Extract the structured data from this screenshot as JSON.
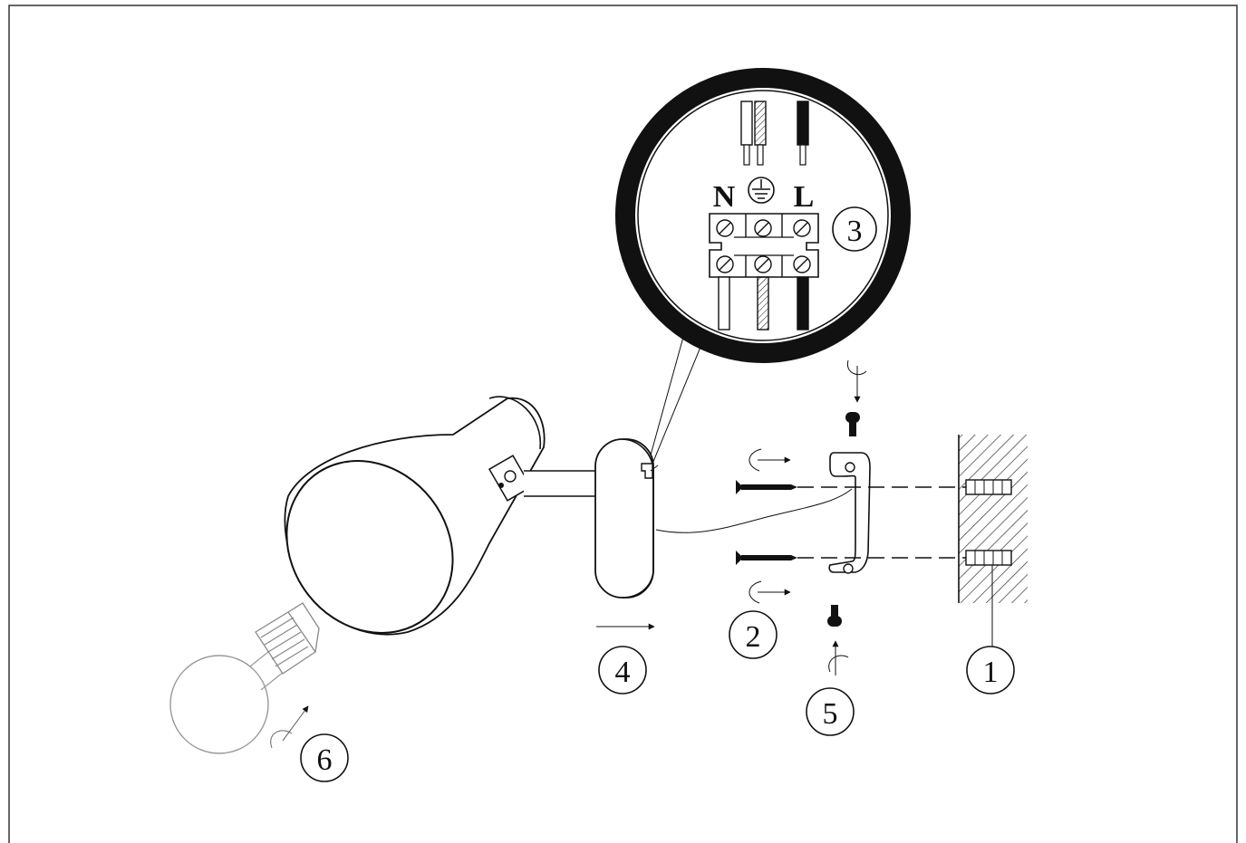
{
  "terminal_labels": {
    "neutral": "N",
    "live": "L",
    "earth_symbol": "earth-ground-symbol"
  },
  "step_numbers": {
    "step1": "1",
    "step2": "2",
    "step3": "3",
    "step4": "4",
    "step5": "5",
    "step6": "6"
  },
  "colors": {
    "ink": "#111111",
    "bulb_gray": "#999999",
    "wall_hatch": "#333333"
  }
}
